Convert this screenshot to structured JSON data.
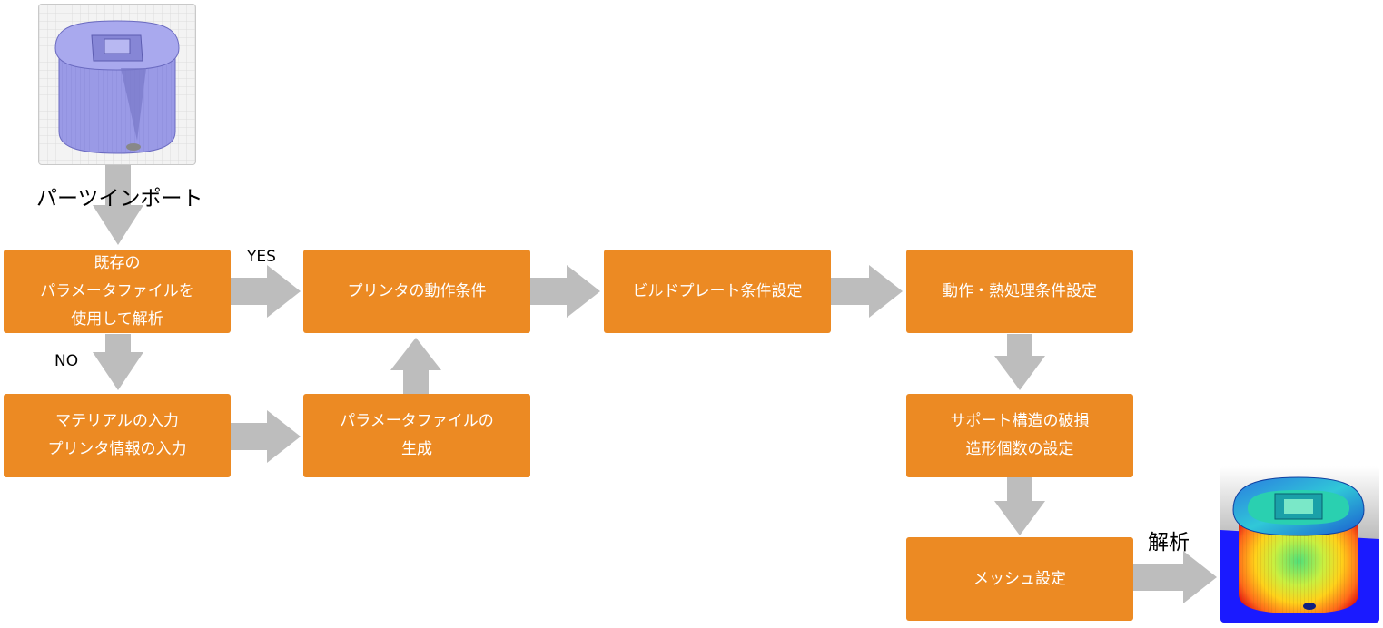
{
  "start_label": "パーツインポート",
  "end_label": "解析",
  "branch_yes": "YES",
  "branch_no": "NO",
  "colors": {
    "box": "#ec8a23",
    "arrow": "#bdbdbd",
    "part": "#9a9ae6",
    "plate": "#1a1aff"
  },
  "icons": {
    "input": "3d-part-model-icon",
    "output": "analysis-result-model-icon"
  },
  "steps": {
    "existing_param": [
      "既存の",
      "パラメータファイルを",
      "使用して解析"
    ],
    "printer_conditions": [
      "プリンタの動作条件"
    ],
    "build_plate": [
      "ビルドプレート条件設定"
    ],
    "motion_heat": [
      "動作・熱処理条件設定"
    ],
    "material_input": [
      "マテリアルの入力",
      "プリンタ情報の入力"
    ],
    "generate_param": [
      "パラメータファイルの",
      "生成"
    ],
    "support": [
      "サポート構造の破損",
      "造形個数の設定"
    ],
    "mesh": [
      "メッシュ設定"
    ]
  }
}
